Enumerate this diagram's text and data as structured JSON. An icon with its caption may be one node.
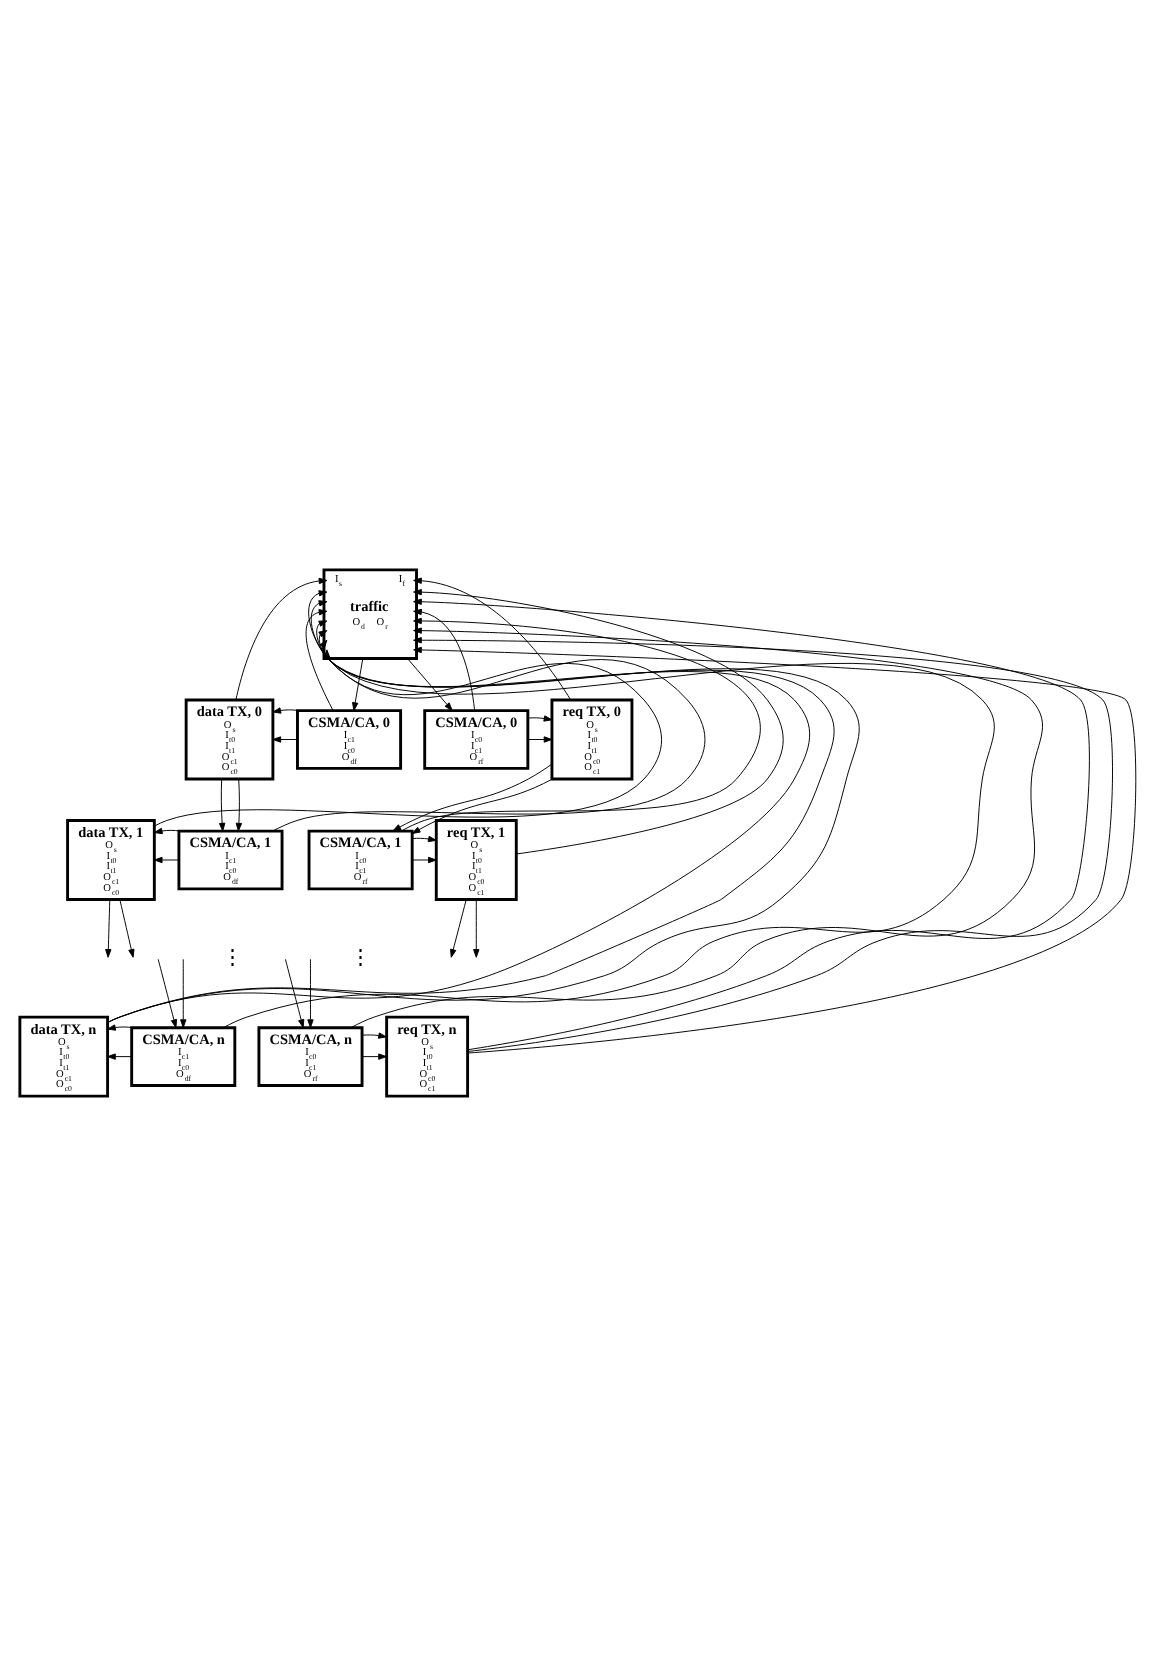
{
  "diagram": {
    "nodes": [
      {
        "text": [
          "traffic",
          "I$_{s}$",
          "I$_{f}$",
          "O$_{d}$",
          "O$_{r}$"
        ]
      },
      {
        "text": [
          "data TX, 0",
          "O$_{s}$",
          "I$_{t0}$",
          "I$_{t1}$",
          "O$_{c1}$",
          "O$_{c0}$"
        ]
      },
      {
        "text": [
          "CSMA/CA, 0",
          "I$_{c1}$",
          "I$_{c0}$",
          "O$_{df}$"
        ]
      },
      {
        "text": [
          "CSMA/CA, 0",
          "I$_{c0}$",
          "I$_{c1}$",
          "O$_{rf}$"
        ]
      },
      {
        "text": [
          "req TX, 0",
          "O$_{s}$",
          "I$_{t0}$",
          "I$_{t1}$",
          "O$_{c0}$",
          "O$_{c1}$"
        ]
      },
      {
        "text": [
          "data TX, 1",
          "O$_{s}$",
          "I$_{t0}$",
          "I$_{t1}$",
          "O$_{c1}$",
          "O$_{c0}$"
        ]
      },
      {
        "text": [
          "CSMA/CA, 1",
          "I$_{c1}$",
          "I$_{c0}$",
          "O$_{df}$"
        ]
      },
      {
        "text": [
          "CSMA/CA, 1",
          "I$_{c0}$",
          "I$_{c1}$",
          "O$_{rf}$"
        ]
      },
      {
        "text": [
          "req TX, 1",
          "O$_{s}$",
          "I$_{t0}$",
          "I$_{t1}$",
          "O$_{c0}$",
          "O$_{c1}$"
        ]
      },
      {
        "text": [
          "data TX, n",
          "O$_{s}$",
          "I$_{t0}$",
          "I$_{t1}$",
          "O$_{c1}$",
          "O$_{c0}$"
        ]
      },
      {
        "text": [
          "CSMA/CA, n",
          "I$_{c1}$",
          "I$_{c0}$",
          "O$_{df}$"
        ]
      },
      {
        "text": [
          "CSMA/CA, n",
          "I$_{c0}$",
          "I$_{c1}$",
          "O$_{rf}$"
        ]
      },
      {
        "text": [
          "req TX, n",
          "O$_{s}$",
          "I$_{t0}$",
          "I$_{t1}$",
          "O$_{c0}$",
          "O$_{c1}$"
        ]
      }
    ],
    "edges": [
      {
        "from": 0,
        "to": 2,
        "arrow": "to"
      },
      {
        "from": 0,
        "to": 3,
        "arrow": "to"
      },
      {
        "from": 2,
        "to": 1,
        "arrow": "to"
      },
      {
        "from": 2,
        "to": 1,
        "arrow": "to"
      },
      {
        "from": 3,
        "to": 4,
        "arrow": "to"
      },
      {
        "from": 3,
        "to": 4,
        "arrow": "to"
      },
      {
        "from": 1,
        "to": 6,
        "arrow": "to"
      },
      {
        "from": 1,
        "to": 6,
        "arrow": "to"
      },
      {
        "from": 4,
        "to": 7,
        "arrow": "to"
      },
      {
        "from": 4,
        "to": 7,
        "arrow": "to"
      },
      {
        "from": 6,
        "to": 5,
        "arrow": "to"
      },
      {
        "from": 6,
        "to": 5,
        "arrow": "to"
      },
      {
        "from": 7,
        "to": 8,
        "arrow": "to"
      },
      {
        "from": 7,
        "to": 8,
        "arrow": "to"
      },
      {
        "from": 5,
        "to": null,
        "arrow": "to"
      },
      {
        "from": 5,
        "to": null,
        "arrow": "to"
      },
      {
        "from": 8,
        "to": null,
        "arrow": "to"
      },
      {
        "from": 8,
        "to": null,
        "arrow": "to"
      },
      {
        "from": null,
        "to": 10,
        "arrow": "to"
      },
      {
        "from": null,
        "to": 10,
        "arrow": "to"
      },
      {
        "from": null,
        "to": 11,
        "arrow": "to"
      },
      {
        "from": null,
        "to": 11,
        "arrow": "to"
      },
      {
        "from": 10,
        "to": 9,
        "arrow": "to"
      },
      {
        "from": 10,
        "to": 9,
        "arrow": "to"
      },
      {
        "from": 11,
        "to": 12,
        "arrow": "to"
      },
      {
        "from": 11,
        "to": 12,
        "arrow": "to"
      },
      {
        "from": 1,
        "to": 0,
        "arrow": "to"
      },
      {
        "from": 5,
        "to": 0,
        "arrow": "to"
      },
      {
        "from": 9,
        "to": 0,
        "arrow": "to"
      },
      {
        "from": 4,
        "to": 0,
        "arrow": "to"
      },
      {
        "from": 8,
        "to": 0,
        "arrow": "to"
      },
      {
        "from": 12,
        "to": 0,
        "arrow": "to"
      },
      {
        "from": 2,
        "to": 0,
        "arrow": "to"
      },
      {
        "from": 3,
        "to": 0,
        "arrow": "to"
      },
      {
        "from": 6,
        "to": 0,
        "arrow": "to"
      },
      {
        "from": 7,
        "to": 0,
        "arrow": "to"
      },
      {
        "from": 10,
        "to": 0,
        "arrow": "to"
      },
      {
        "from": 11,
        "to": 0,
        "arrow": "to"
      },
      {
        "from": 9,
        "to": 0,
        "arrow": "to"
      },
      {
        "from": 9,
        "to": 0,
        "arrow": "to"
      },
      {
        "from": 12,
        "to": 0,
        "arrow": "to"
      },
      {
        "from": 12,
        "to": 0,
        "arrow": "to"
      }
    ],
    "labels": [
      "⋮",
      "⋮"
    ]
  }
}
